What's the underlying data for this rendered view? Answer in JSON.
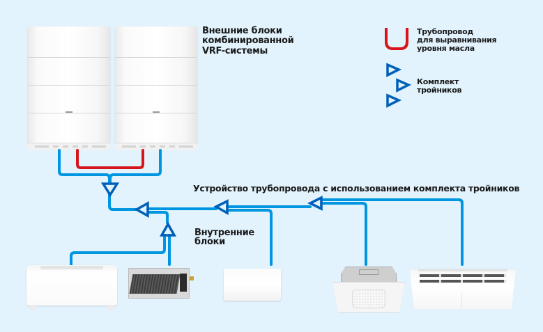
{
  "title": {
    "outdoor_units_line1": "Внешние блоки",
    "outdoor_units_line2": "комбинированной",
    "outdoor_units_line3": "VRF-системы"
  },
  "legend": {
    "oil_pipe_line1": "Трубопровод",
    "oil_pipe_line2": "для выравнивания",
    "oil_pipe_line3": "уровня масла",
    "tee_kit_line1": "Комплект",
    "tee_kit_line2": "тройников"
  },
  "labels": {
    "pipeline_caption": "Устройство трубопровода с использованием комплекта тройников",
    "indoor_units_line1": "Внутренние",
    "indoor_units_line2": "блоки"
  },
  "colors": {
    "background": "#e2f3fd",
    "refrigerant_pipe": "#0095e0",
    "oil_pipe": "#d7141a",
    "tee_marker": "#0060b8",
    "text": "#1a1a1a"
  },
  "indoor_units": [
    {
      "type": "floor-console"
    },
    {
      "type": "ducted"
    },
    {
      "type": "wall-mounted"
    },
    {
      "type": "cassette"
    },
    {
      "type": "ceiling-floor"
    }
  ]
}
